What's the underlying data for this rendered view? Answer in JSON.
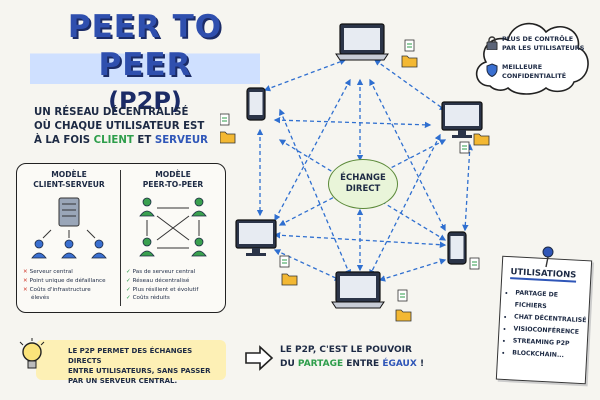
{
  "title": {
    "line1": "PEER TO PEER",
    "line2": "(P2P)"
  },
  "intro": {
    "line1": "UN RÉSEAU DÉCENTRALISÉ",
    "line2": "OÙ CHAQUE UTILISATEUR EST",
    "line3_prefix": "À LA FOIS",
    "client": "CLIENT",
    "and": "ET",
    "server": "SERVEUR"
  },
  "comparison": {
    "left": {
      "heading_line1": "MODÈLE",
      "heading_line2": "CLIENT-SERVEUR",
      "items": [
        "Serveur central",
        "Point unique de défaillance",
        "Coûts d'infrastructure",
        "élevés"
      ]
    },
    "right": {
      "heading_line1": "MODÈLE",
      "heading_line2": "PEER-TO-PEER",
      "items": [
        "Pas de serveur central",
        "Réseau décentralisé",
        "Plus résilient et évolutif",
        "Coûts réduits"
      ]
    }
  },
  "cloud": {
    "item1_line1": "PLUS DE CONTRÔLE",
    "item1_line2": "PAR LES UTILISATEURS",
    "item2_line1": "MEILLEURE",
    "item2_line2": "CONFIDENTIALITÉ"
  },
  "center": {
    "line1": "ÉCHANGE",
    "line2": "DIRECT"
  },
  "usage": {
    "heading": "UTILISATIONS",
    "items": [
      "Partage de fichiers",
      "Chat décentralisé",
      "Visioconférence",
      "Streaming P2P",
      "Blockchain..."
    ]
  },
  "tip": {
    "line1": "LE P2P PERMET DES ÉCHANGES DIRECTS",
    "line2": "ENTRE UTILISATEURS, SANS PASSER",
    "line3": "PAR UN SERVEUR CENTRAL."
  },
  "final": {
    "line1": "LE P2P, C'EST LE POUVOIR",
    "pre": "DU",
    "partage": "PARTAGE",
    "mid": "ENTRE",
    "egaux": "ÉGAUX",
    "end": "!"
  },
  "colors": {
    "blue": "#2f56b8",
    "green": "#2e9e4b",
    "red": "#d23b2f",
    "yellow": "#fdf0b5"
  }
}
